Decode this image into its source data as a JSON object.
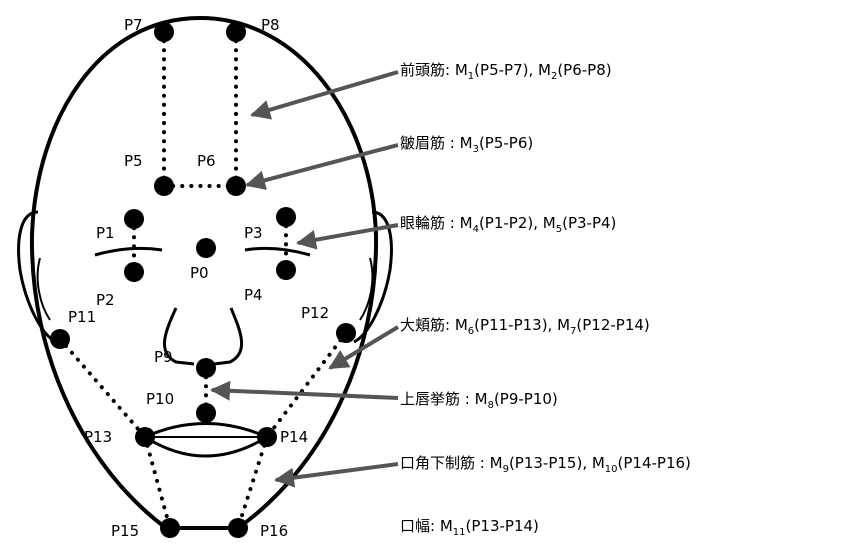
{
  "points": [
    {
      "id": "P0",
      "label": "P0"
    },
    {
      "id": "P1",
      "label": "P1"
    },
    {
      "id": "P2",
      "label": "P2"
    },
    {
      "id": "P3",
      "label": "P3"
    },
    {
      "id": "P4",
      "label": "P4"
    },
    {
      "id": "P5",
      "label": "P5"
    },
    {
      "id": "P6",
      "label": "P6"
    },
    {
      "id": "P7",
      "label": "P7"
    },
    {
      "id": "P8",
      "label": "P8"
    },
    {
      "id": "P9",
      "label": "P9"
    },
    {
      "id": "P10",
      "label": "P10"
    },
    {
      "id": "P11",
      "label": "P11"
    },
    {
      "id": "P12",
      "label": "P12"
    },
    {
      "id": "P13",
      "label": "P13"
    },
    {
      "id": "P14",
      "label": "P14"
    },
    {
      "id": "P15",
      "label": "P15"
    },
    {
      "id": "P16",
      "label": "P16"
    }
  ],
  "annotations": [
    {
      "muscle": "前頭筋",
      "sep": ": ",
      "parts": [
        {
          "t": "M"
        },
        {
          "t": "1",
          "sub": true
        },
        {
          "t": "(P5-P7), M"
        },
        {
          "t": "2",
          "sub": true
        },
        {
          "t": "(P6-P8)"
        }
      ]
    },
    {
      "muscle": "皺眉筋",
      "sep": " : ",
      "parts": [
        {
          "t": "M"
        },
        {
          "t": "3",
          "sub": true
        },
        {
          "t": "(P5-P6)"
        }
      ]
    },
    {
      "muscle": "眼輪筋",
      "sep": " : ",
      "parts": [
        {
          "t": "M"
        },
        {
          "t": "4",
          "sub": true
        },
        {
          "t": "(P1-P2), M"
        },
        {
          "t": "5",
          "sub": true
        },
        {
          "t": "(P3-P4)"
        }
      ]
    },
    {
      "muscle": "大頬筋",
      "sep": ": ",
      "parts": [
        {
          "t": "M"
        },
        {
          "t": "6",
          "sub": true
        },
        {
          "t": "(P11-P13), M"
        },
        {
          "t": "7",
          "sub": true
        },
        {
          "t": "(P12-P14)"
        }
      ]
    },
    {
      "muscle": "上唇挙筋",
      "sep": " : ",
      "parts": [
        {
          "t": "M"
        },
        {
          "t": "8",
          "sub": true
        },
        {
          "t": "(P9-P10)"
        }
      ]
    },
    {
      "muscle": "口角下制筋",
      "sep": " : ",
      "parts": [
        {
          "t": "M"
        },
        {
          "t": "9",
          "sub": true
        },
        {
          "t": "(P13-P15), M"
        },
        {
          "t": "10",
          "sub": true
        },
        {
          "t": "(P14-P16)"
        }
      ]
    },
    {
      "muscle": "口幅",
      "sep": ": ",
      "parts": [
        {
          "t": "M"
        },
        {
          "t": "11",
          "sub": true
        },
        {
          "t": "(P13-P14)"
        }
      ]
    }
  ]
}
